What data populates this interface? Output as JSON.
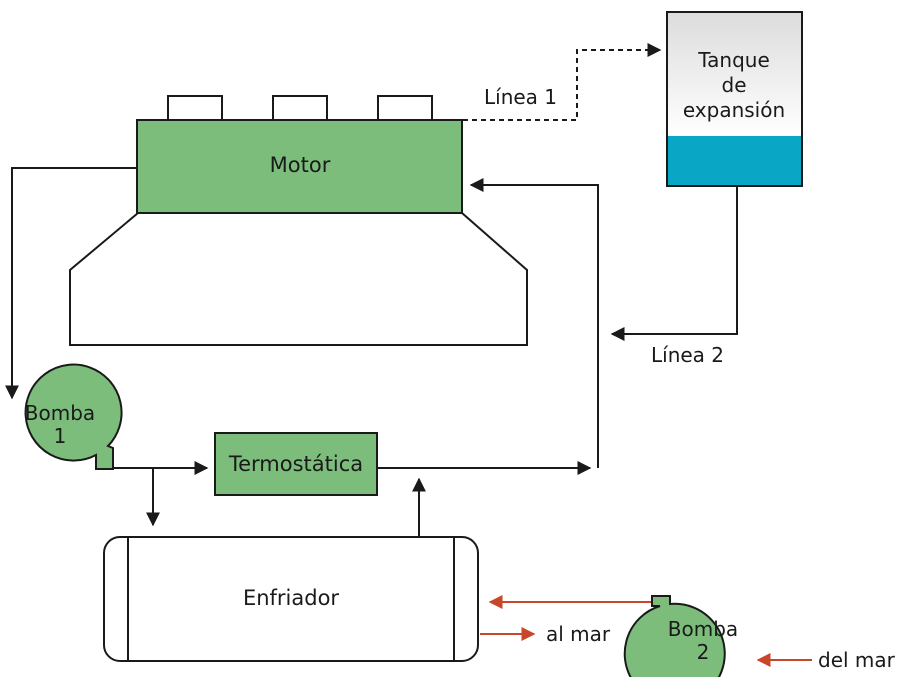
{
  "labels": {
    "motor": "Motor",
    "tank_line1": "Tanque",
    "tank_line2": "de",
    "tank_line3": "expansión",
    "linea1": "Línea 1",
    "linea2": "Línea 2",
    "bomba1_line1": "Bomba",
    "bomba1_line2": "1",
    "bomba2_line1": "Bomba",
    "bomba2_line2": "2",
    "termostatica": "Termostática",
    "enfriador": "Enfriador",
    "al_mar": "al mar",
    "del_mar": "del mar"
  },
  "colors": {
    "component_fill": "#7cbd7c",
    "stroke": "#1a1a1a",
    "water": "#0aa6c6",
    "tank_top_start": "#e8e8e8",
    "tank_top_end": "#ffffff",
    "sea_line": "#c8462a"
  }
}
